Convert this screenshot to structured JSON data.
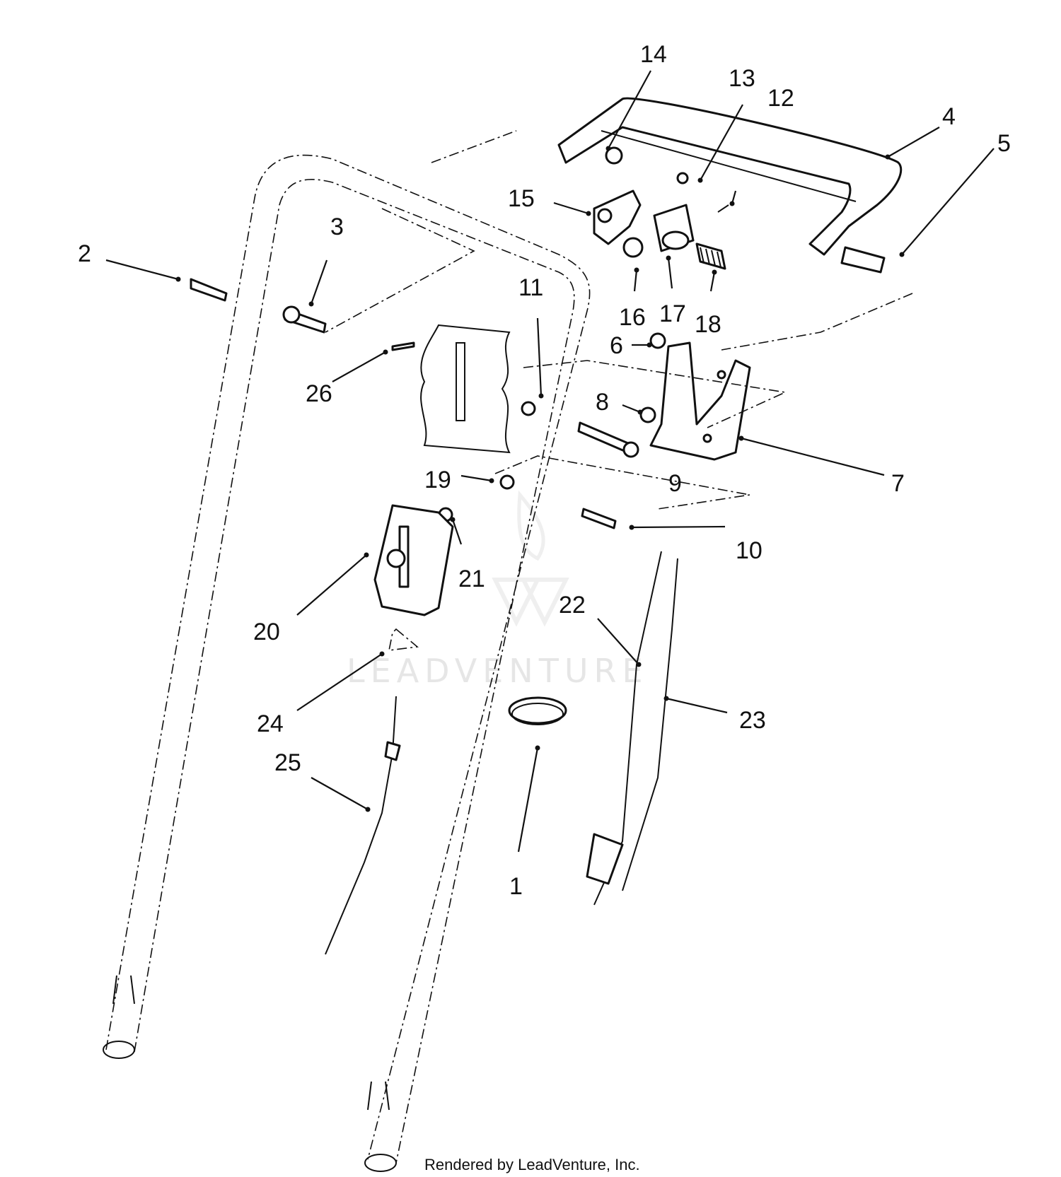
{
  "callouts": [
    "1",
    "2",
    "3",
    "4",
    "5",
    "6",
    "7",
    "8",
    "9",
    "10",
    "11",
    "12",
    "13",
    "14",
    "15",
    "16",
    "17",
    "18",
    "19",
    "20",
    "21",
    "22",
    "23",
    "24",
    "25",
    "26"
  ],
  "watermark": "LEADVENTURE",
  "footer": "Rendered by LeadVenture, Inc.",
  "colors": {
    "line": "#111111",
    "background": "#ffffff",
    "watermark": "#e6e6e6"
  }
}
